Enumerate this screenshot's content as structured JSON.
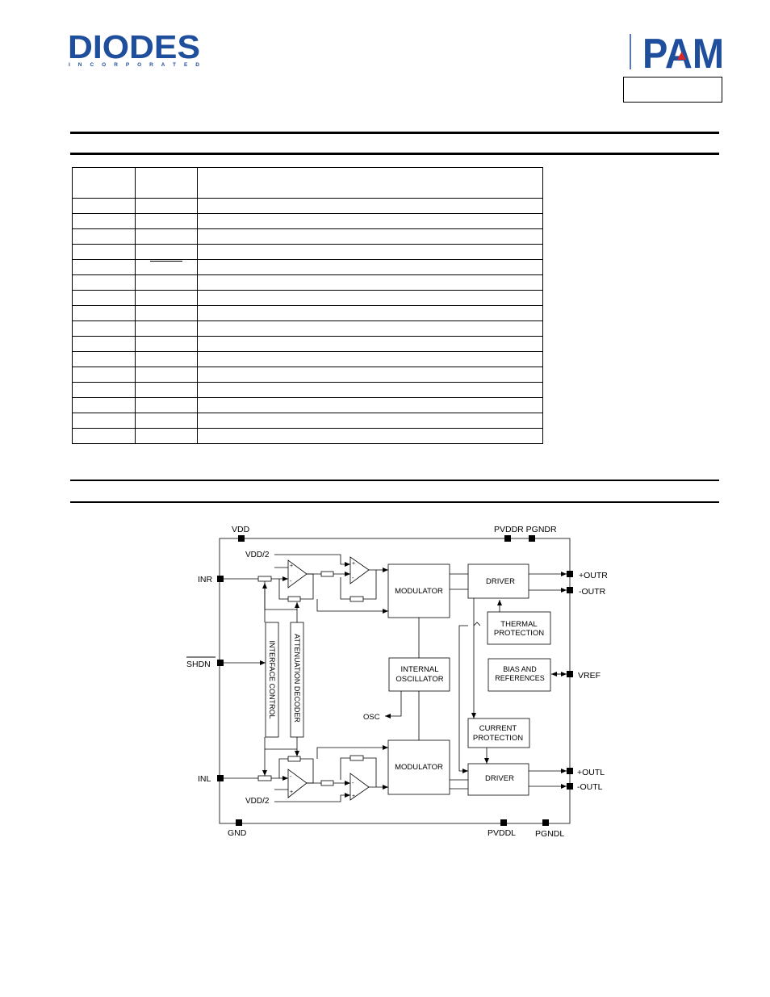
{
  "header": {
    "diodes_logo_word": "DIODES",
    "diodes_logo_sub": "I N C O R P O R A T E D",
    "pam_logo_word": "PAM",
    "part_number": ""
  },
  "pin_table": {
    "columns": [
      "",
      "",
      ""
    ],
    "rows": [
      [
        "",
        "",
        ""
      ],
      [
        "",
        "",
        ""
      ],
      [
        "",
        "",
        ""
      ],
      [
        "",
        "",
        ""
      ],
      [
        "",
        "",
        ""
      ],
      [
        "",
        "",
        ""
      ],
      [
        "",
        "",
        ""
      ],
      [
        "",
        "",
        ""
      ],
      [
        "",
        "",
        ""
      ],
      [
        "",
        "",
        ""
      ],
      [
        "",
        "",
        ""
      ],
      [
        "",
        "",
        ""
      ],
      [
        "",
        "",
        ""
      ],
      [
        "",
        "",
        ""
      ],
      [
        "",
        "",
        ""
      ],
      [
        "",
        "",
        ""
      ]
    ]
  },
  "diagram": {
    "pins": {
      "vdd": "VDD",
      "pvddr_pgndr": "PVDDR  PGNDR",
      "inr": "INR",
      "shdn": "SHDN",
      "inl": "INL",
      "gnd": "GND",
      "pvddl": "PVDDL",
      "pgndl": "PGNDL",
      "outr_pos": "+OUTR",
      "outr_neg": "-OUTR",
      "vref": "VREF",
      "outl_pos": "+OUTL",
      "outl_neg": "-OUTL",
      "osc": "OSC"
    },
    "labels": {
      "vdd2_top": "VDD/2",
      "vdd2_bottom": "VDD/2",
      "modulator_top": "MODULATOR",
      "modulator_bottom": "MODULATOR",
      "driver_top": "DRIVER",
      "driver_bottom": "DRIVER",
      "thermal_1": "THERMAL",
      "thermal_2": "PROTECTION",
      "bias_1": "BIAS AND",
      "bias_2": "REFERENCES",
      "osc_1": "INTERNAL",
      "osc_2": "OSCILLATOR",
      "current_1": "CURRENT",
      "current_2": "PROTECTION",
      "interface_control": "INTERFACE CONTROL",
      "attenuation_decoder": "ATTENUATION DECODER"
    },
    "colors": {
      "diodes_blue": "#1e4e9c",
      "pam_blue": "#1f4e9c",
      "pam_red": "#d9262b"
    }
  }
}
